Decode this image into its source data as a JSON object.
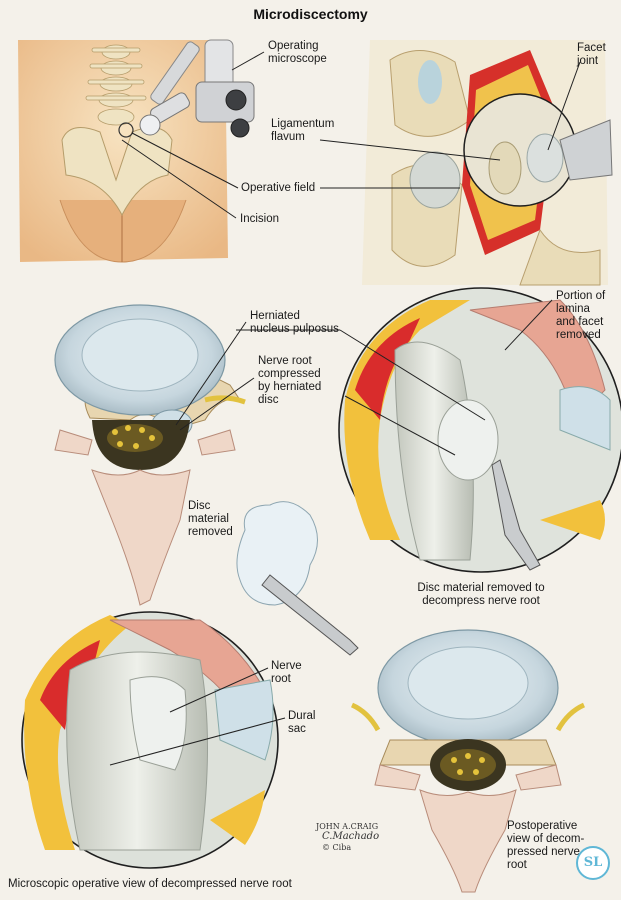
{
  "title": "Microdiscectomy",
  "panel_top_left": {
    "labels": {
      "operating_microscope": [
        "Operating",
        "microscope"
      ],
      "operative_field": "Operative field",
      "incision": "Incision"
    }
  },
  "panel_top_right": {
    "labels": {
      "ligamentum_flavum": [
        "Ligamentum",
        "flavum"
      ],
      "facet_joint": [
        "Facet",
        "joint"
      ]
    }
  },
  "panel_middle_left": {
    "labels": {
      "herniated_nucleus": [
        "Herniated",
        "nucleus pulposus"
      ],
      "nerve_root_compressed": [
        "Nerve root",
        "compressed",
        "by herniated",
        "disc"
      ]
    }
  },
  "panel_middle_right": {
    "labels": {
      "portion_removed": [
        "Portion of",
        "lamina",
        "and facet",
        "removed"
      ]
    },
    "caption": [
      "Disc material removed to",
      "decompress nerve root"
    ]
  },
  "disc_removed": {
    "label": [
      "Disc",
      "material",
      "removed"
    ]
  },
  "panel_bottom_left": {
    "labels": {
      "nerve_root": [
        "Nerve",
        "root"
      ],
      "dural_sac": [
        "Dural",
        "sac"
      ]
    },
    "caption": "Microscopic operative view of decompressed nerve root"
  },
  "panel_bottom_right": {
    "caption": [
      "Postoperative",
      "view of decom-",
      "pressed nerve",
      "root"
    ]
  },
  "signature": [
    "JOHN A.CRAIG",
    "C.Machado",
    "© Ciba"
  ],
  "logo_text": "SL",
  "colors": {
    "bone": "#e9dcb8",
    "skin": "#f3d6a8",
    "disc": "#cfdde3",
    "flesh": "#e8a79a",
    "fat": "#f1c94a",
    "label_line": "#222222"
  }
}
